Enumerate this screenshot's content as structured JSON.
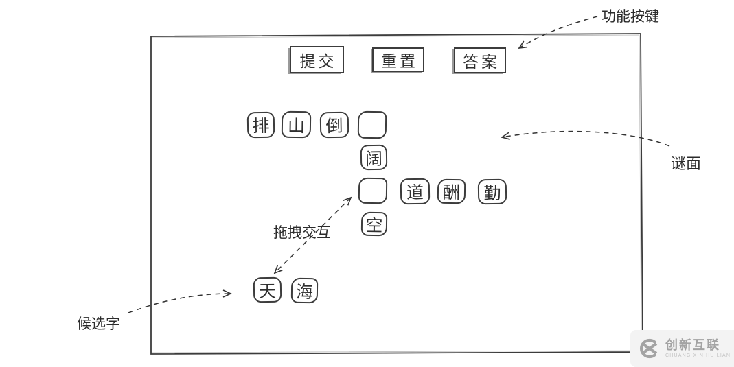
{
  "theme": {
    "background": "#ffffff",
    "ink": "#3c3c3c",
    "label_color": "#2b2b2b",
    "watermark_gray": "#a3a3a3",
    "watermark_panel_bg": "#f3f3f3"
  },
  "callouts": {
    "function_buttons": "功能按键",
    "puzzle_face": "谜面",
    "drag_interaction": "拖拽交互",
    "candidates": "候选字"
  },
  "toolbar": {
    "buttons": [
      {
        "label": "提交"
      },
      {
        "label": "重置"
      },
      {
        "label": "答案"
      }
    ]
  },
  "board": {
    "tiles": [
      {
        "char": "排"
      },
      {
        "char": "山"
      },
      {
        "char": "倒"
      },
      {
        "char": ""
      },
      {
        "char": "阔"
      },
      {
        "char": ""
      },
      {
        "char": "道"
      },
      {
        "char": "酬"
      },
      {
        "char": "勤"
      },
      {
        "char": "空"
      }
    ],
    "candidates": [
      {
        "char": "天"
      },
      {
        "char": "海"
      }
    ]
  },
  "watermark": {
    "name": "创新互联",
    "subtitle": "CHUANG XIN HU LIAN"
  }
}
